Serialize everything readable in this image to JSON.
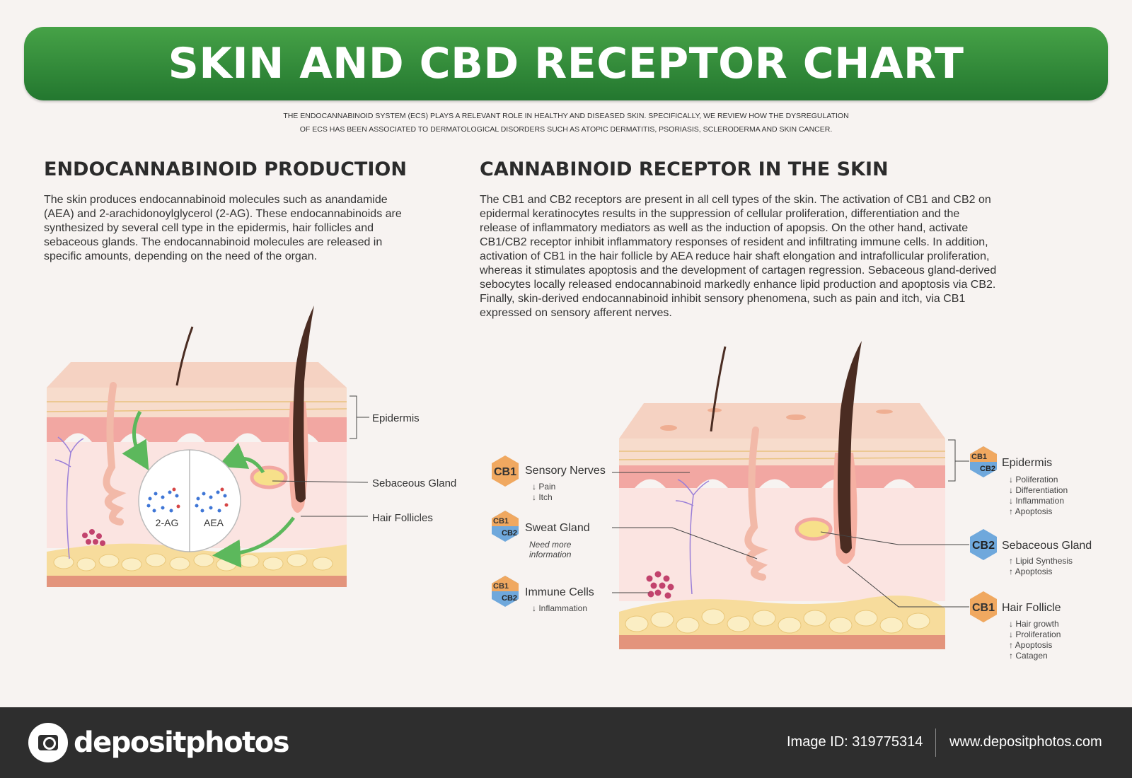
{
  "title": "SKIN AND CBD RECEPTOR CHART",
  "intro": [
    "THE ENDOCANNABINOID SYSTEM (ECS) PLAYS A RELEVANT ROLE IN HEALTHY AND DISEASED SKIN. SPECIFICALLY, WE REVIEW HOW THE DYSREGULATION",
    "OF ECS HAS BEEN ASSOCIATED TO DERMATOLOGICAL DISORDERS SUCH AS ATOPIC DERMATITIS, PSORIASIS, SCLERODERMA AND SKIN CANCER."
  ],
  "left": {
    "heading": "ENDOCANNABINOID PRODUCTION",
    "paragraph": [
      "The skin produces endocannabinoid molecules such as anandamide",
      "(AEA) and 2-arachidonoylglycerol (2-AG). These endocannabinoids are",
      "synthesized by several cell type in the epidermis, hair follicles and",
      "sebaceous glands. The endocannabinoid molecules are released in",
      "specific amounts, depending on the need of the organ."
    ],
    "labels": {
      "epidermis": "Epidermis",
      "sebaceous": "Sebaceous Gland",
      "hair": "Hair Follicles"
    },
    "molecules": {
      "left": "2-AG",
      "right": "AEA"
    }
  },
  "right": {
    "heading": "CANNABINOID RECEPTOR IN THE SKIN",
    "paragraph": [
      "The CB1 and CB2 receptors are present in all cell types of the skin. The activation of CB1 and CB2 on",
      "epidermal keratinocytes results in the suppression of cellular proliferation, differentiation and the",
      "release of inflammatory mediators as well as the induction of apopsis. On the other hand, activate",
      "CB1/CB2 receptor inhibit inflammatory responses of resident and infiltrating immune cells. In addition,",
      "activation of CB1 in the hair follicle by AEA reduce hair shaft elongation and intrafollicular proliferation,",
      "whereas it stimulates apoptosis and the development of cartagen regression. Sebaceous gland-derived",
      "sebocytes locally released endocannabinoid markedly enhance lipid production and apoptosis via CB2.",
      "Finally, skin-derived endocannabinoid inhibit sensory phenomena, such as pain and itch, via CB1",
      "expressed on sensory afferent nerves."
    ],
    "left_labels": [
      {
        "badge": [
          "CB1"
        ],
        "name": "Sensory Nerves",
        "notes": [
          "↓ Pain",
          "↓ Itch"
        ]
      },
      {
        "badge": [
          "CB1",
          "CB2"
        ],
        "name": "Sweat Gland",
        "notes": [
          "Need more",
          "information"
        ]
      },
      {
        "badge": [
          "CB1",
          "CB2"
        ],
        "name": "Immune Cells",
        "notes": [
          "↓ Inflammation"
        ]
      }
    ],
    "right_labels": [
      {
        "badge": [
          "CB1",
          "CB2"
        ],
        "name": "Epidermis",
        "notes": [
          "↓ Poliferation",
          "↓ Differentiation",
          "↓ Inflammation",
          "↑ Apoptosis"
        ]
      },
      {
        "badge": [
          "CB2"
        ],
        "name": "Sebaceous Gland",
        "notes": [
          "↑ Lipid Synthesis",
          "↑ Apoptosis"
        ]
      },
      {
        "badge": [
          "CB1"
        ],
        "name": "Hair Follicle",
        "notes": [
          "↓ Hair growth",
          "↓ Proliferation",
          "↑ Apoptosis",
          "↑ Catagen"
        ]
      }
    ]
  },
  "footer": {
    "brand": "depositphotos",
    "image_id": "Image ID: 319775314",
    "site": "www.depositphotos.com"
  },
  "colors": {
    "banner": "#2e8b3a",
    "cb1": "#f0a860",
    "cb2": "#6fa8dc",
    "arrow": "#5cb85c",
    "skin_top": "#f5d2c2",
    "dermis": "#fbe4e1",
    "fat": "#f7dc9c",
    "hair": "#4a2c22"
  }
}
